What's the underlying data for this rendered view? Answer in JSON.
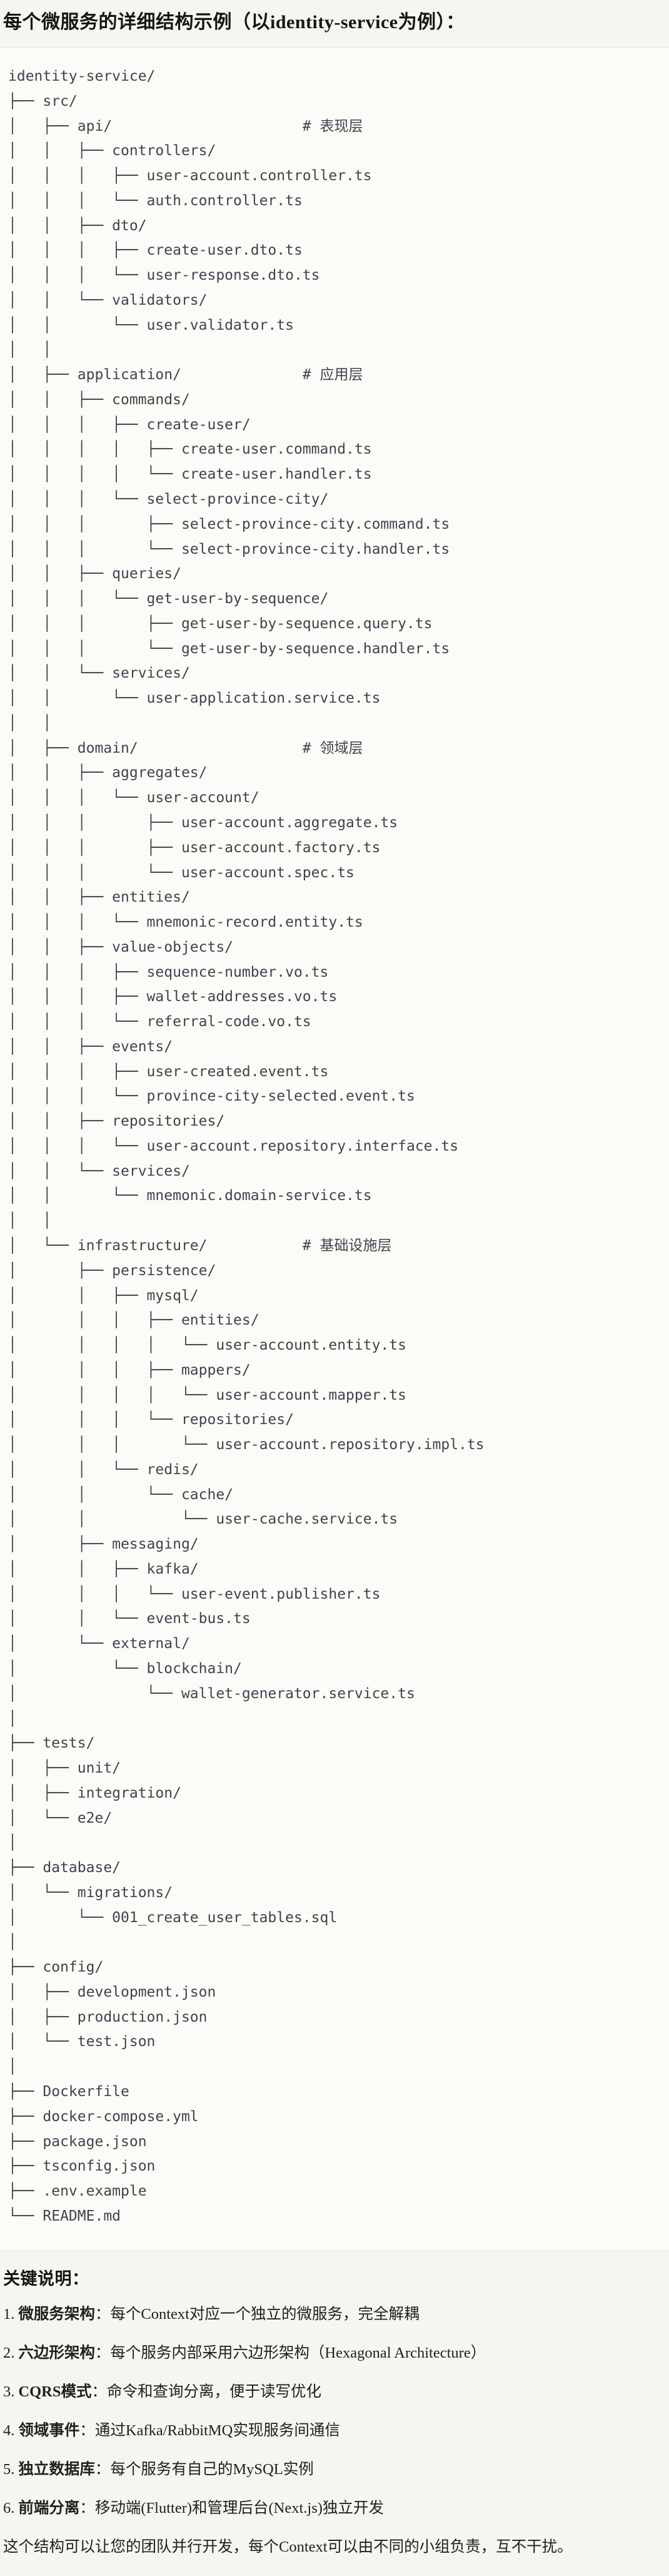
{
  "page": {
    "title": "每个微服务的详细结构示例（以identity-service为例）："
  },
  "tree": {
    "lines": [
      "identity-service/",
      "├── src/",
      "│   ├── api/                      # 表现层",
      "│   │   ├── controllers/",
      "│   │   │   ├── user-account.controller.ts",
      "│   │   │   └── auth.controller.ts",
      "│   │   ├── dto/",
      "│   │   │   ├── create-user.dto.ts",
      "│   │   │   └── user-response.dto.ts",
      "│   │   └── validators/",
      "│   │       └── user.validator.ts",
      "│   │",
      "│   ├── application/              # 应用层",
      "│   │   ├── commands/",
      "│   │   │   ├── create-user/",
      "│   │   │   │   ├── create-user.command.ts",
      "│   │   │   │   └── create-user.handler.ts",
      "│   │   │   └── select-province-city/",
      "│   │   │       ├── select-province-city.command.ts",
      "│   │   │       └── select-province-city.handler.ts",
      "│   │   ├── queries/",
      "│   │   │   └── get-user-by-sequence/",
      "│   │   │       ├── get-user-by-sequence.query.ts",
      "│   │   │       └── get-user-by-sequence.handler.ts",
      "│   │   └── services/",
      "│   │       └── user-application.service.ts",
      "│   │",
      "│   ├── domain/                   # 领域层",
      "│   │   ├── aggregates/",
      "│   │   │   └── user-account/",
      "│   │   │       ├── user-account.aggregate.ts",
      "│   │   │       ├── user-account.factory.ts",
      "│   │   │       └── user-account.spec.ts",
      "│   │   ├── entities/",
      "│   │   │   └── mnemonic-record.entity.ts",
      "│   │   ├── value-objects/",
      "│   │   │   ├── sequence-number.vo.ts",
      "│   │   │   ├── wallet-addresses.vo.ts",
      "│   │   │   └── referral-code.vo.ts",
      "│   │   ├── events/",
      "│   │   │   ├── user-created.event.ts",
      "│   │   │   └── province-city-selected.event.ts",
      "│   │   ├── repositories/",
      "│   │   │   └── user-account.repository.interface.ts",
      "│   │   └── services/",
      "│   │       └── mnemonic.domain-service.ts",
      "│   │",
      "│   └── infrastructure/           # 基础设施层",
      "│       ├── persistence/",
      "│       │   ├── mysql/",
      "│       │   │   ├── entities/",
      "│       │   │   │   └── user-account.entity.ts",
      "│       │   │   ├── mappers/",
      "│       │   │   │   └── user-account.mapper.ts",
      "│       │   │   └── repositories/",
      "│       │   │       └── user-account.repository.impl.ts",
      "│       │   └── redis/",
      "│       │       └── cache/",
      "│       │           └── user-cache.service.ts",
      "│       ├── messaging/",
      "│       │   ├── kafka/",
      "│       │   │   └── user-event.publisher.ts",
      "│       │   └── event-bus.ts",
      "│       └── external/",
      "│           └── blockchain/",
      "│               └── wallet-generator.service.ts",
      "│",
      "├── tests/",
      "│   ├── unit/",
      "│   ├── integration/",
      "│   └── e2e/",
      "│",
      "├── database/",
      "│   └── migrations/",
      "│       └── 001_create_user_tables.sql",
      "│",
      "├── config/",
      "│   ├── development.json",
      "│   ├── production.json",
      "│   └── test.json",
      "│",
      "├── Dockerfile",
      "├── docker-compose.yml",
      "├── package.json",
      "├── tsconfig.json",
      "├── .env.example",
      "└── README.md"
    ]
  },
  "notes": {
    "heading": "关键说明：",
    "items": [
      {
        "num": "1.",
        "label": "微服务架构",
        "text": "：每个Context对应一个独立的微服务，完全解耦"
      },
      {
        "num": "2.",
        "label": "六边形架构",
        "text": "：每个服务内部采用六边形架构（Hexagonal Architecture）"
      },
      {
        "num": "3.",
        "label": "CQRS模式",
        "text": "：命令和查询分离，便于读写优化"
      },
      {
        "num": "4.",
        "label": "领域事件",
        "text": "：通过Kafka/RabbitMQ实现服务间通信"
      },
      {
        "num": "5.",
        "label": "独立数据库",
        "text": "：每个服务有自己的MySQL实例"
      },
      {
        "num": "6.",
        "label": "前端分离",
        "text": "：移动端(Flutter)和管理后台(Next.js)独立开发"
      }
    ],
    "footer": "这个结构可以让您的团队并行开发，每个Context可以由不同的小组负责，互不干扰。"
  },
  "colors": {
    "page_background": "#f7f5f0",
    "code_background": "#fcfbf7",
    "divider": "#e7e4db",
    "tree_text": "#3e444e",
    "heading_text": "#161512"
  }
}
